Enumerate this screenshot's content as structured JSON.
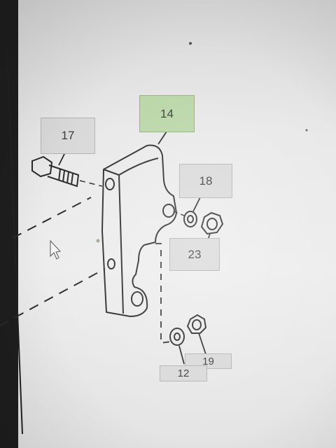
{
  "diagram": {
    "callouts": [
      {
        "id": "14",
        "label": "14",
        "highlighted": true
      },
      {
        "id": "17",
        "label": "17",
        "highlighted": false
      },
      {
        "id": "18",
        "label": "18",
        "highlighted": false
      },
      {
        "id": "23",
        "label": "23",
        "highlighted": false
      },
      {
        "id": "19",
        "label": "19",
        "highlighted": false
      },
      {
        "id": "12",
        "label": "12",
        "highlighted": false
      }
    ],
    "colors": {
      "callout_fill": "#d9d9d9",
      "callout_highlight": "#b9d6a6",
      "line": "#2b2b2b",
      "paper": "#ececec"
    },
    "cursor_icon": "mouse-pointer-icon"
  }
}
